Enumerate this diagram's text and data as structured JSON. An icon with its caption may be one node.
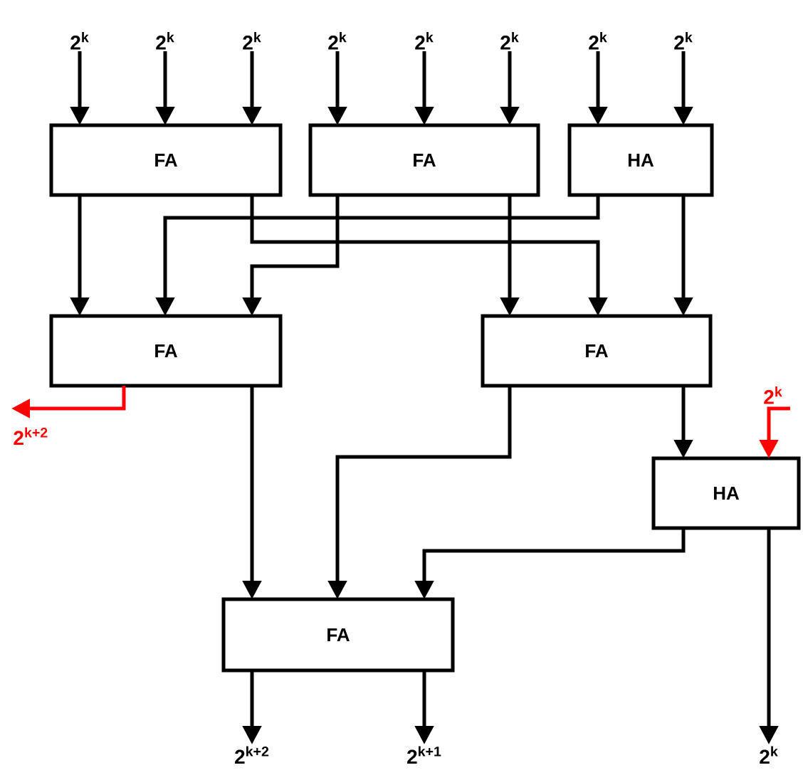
{
  "diagram": {
    "nodes": [
      {
        "text": [
          "2$^{k}$"
        ]
      },
      {
        "text": [
          "2$^{k}$"
        ]
      },
      {
        "text": [
          "2$^{k}$"
        ]
      },
      {
        "text": [
          "2$^{k}$"
        ]
      },
      {
        "text": [
          "2$^{k}$"
        ]
      },
      {
        "text": [
          "2$^{k}$"
        ]
      },
      {
        "text": [
          "2$^{k}$"
        ]
      },
      {
        "text": [
          "2$^{k}$"
        ]
      },
      {
        "text": [
          "FA"
        ]
      },
      {
        "text": [
          "FA"
        ]
      },
      {
        "text": [
          "HA"
        ]
      },
      {
        "text": [
          "FA"
        ]
      },
      {
        "text": [
          "FA"
        ]
      },
      {
        "text": [
          "2$^{k}$"
        ]
      },
      {
        "text": [
          "2$^{k+2}$"
        ]
      },
      {
        "text": [
          "HA"
        ]
      },
      {
        "text": [
          "FA"
        ]
      },
      {
        "text": [
          "2$^{k+2}$"
        ]
      },
      {
        "text": [
          "2$^{k+1}$"
        ]
      },
      {
        "text": [
          "2$^{k}$"
        ]
      }
    ],
    "edges": [
      {
        "from": 0,
        "to": 8,
        "arrow": "to"
      },
      {
        "from": 1,
        "to": 8,
        "arrow": "to"
      },
      {
        "from": 2,
        "to": 8,
        "arrow": "to"
      },
      {
        "from": 3,
        "to": 9,
        "arrow": "to"
      },
      {
        "from": 4,
        "to": 9,
        "arrow": "to"
      },
      {
        "from": 5,
        "to": 9,
        "arrow": "to"
      },
      {
        "from": 6,
        "to": 10,
        "arrow": "to"
      },
      {
        "from": 7,
        "to": 10,
        "arrow": "to"
      },
      {
        "from": 8,
        "to": 11,
        "arrow": "to"
      },
      {
        "from": 10,
        "to": 11,
        "arrow": "to"
      },
      {
        "from": 9,
        "to": 11,
        "arrow": "to"
      },
      {
        "from": 8,
        "to": 12,
        "arrow": "to"
      },
      {
        "from": 9,
        "to": 12,
        "arrow": "to"
      },
      {
        "from": 10,
        "to": 12,
        "arrow": "to"
      },
      {
        "from": 11,
        "to": 14,
        "arrow": "to",
        "color": "#ff0000"
      },
      {
        "from": 12,
        "to": 15,
        "arrow": "to"
      },
      {
        "from": 13,
        "to": 15,
        "arrow": "to",
        "color": "#ff0000"
      },
      {
        "from": 11,
        "to": 16,
        "arrow": "to"
      },
      {
        "from": 12,
        "to": 16,
        "arrow": "to"
      },
      {
        "from": 15,
        "to": 16,
        "arrow": "to"
      },
      {
        "from": 15,
        "to": 19,
        "arrow": "to"
      },
      {
        "from": 16,
        "to": 17,
        "arrow": "to"
      },
      {
        "from": 16,
        "to": 18,
        "arrow": "to"
      }
    ]
  }
}
